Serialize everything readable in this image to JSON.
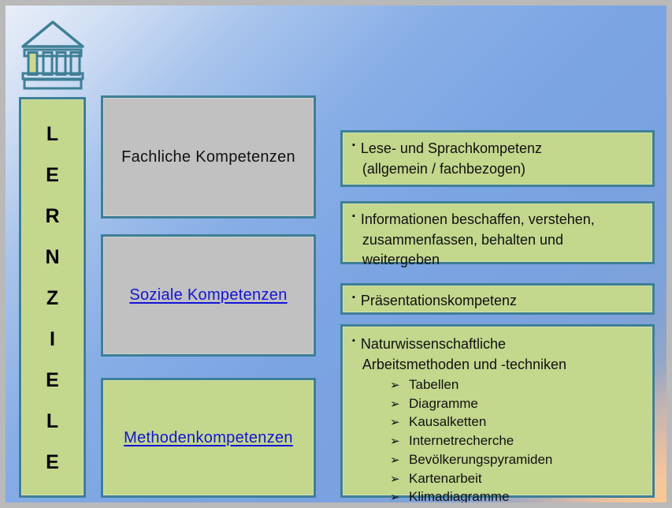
{
  "slide": {
    "icon": "classical-building-icon",
    "colors": {
      "border": "#3e7f96",
      "green_fill": "#c3d78d",
      "gray_fill": "#c1c1c1",
      "link_blue": "#1414d8",
      "bg_blue": "#7ba4e2",
      "bg_peach": "#f6cfa4"
    }
  },
  "side_banner": {
    "word": "LERNZIELE",
    "letters": [
      "L",
      "E",
      "R",
      "N",
      "Z",
      "I",
      "E",
      "L",
      "E"
    ]
  },
  "competencies": [
    {
      "label": "Fachliche Kompetenzen",
      "style": "gray",
      "link": false
    },
    {
      "label": "Soziale Kompetenzen",
      "style": "gray",
      "link": true
    },
    {
      "label": "Methodenkompetenzen",
      "style": "green",
      "link": true
    }
  ],
  "details": [
    {
      "bullet": "▪",
      "line1": "Lese- und Sprachkompetenz",
      "line2": "(allgemein / fachbezogen)",
      "line3": ""
    },
    {
      "bullet": "▪",
      "line1": "Informationen beschaffen,  verstehen,",
      "line2": "zusammenfassen, behalten und",
      "line3": "weitergeben"
    },
    {
      "bullet": "▪",
      "line1": "Präsentationskompetenz",
      "line2": "",
      "line3": ""
    },
    {
      "bullet": "▪",
      "line1": "Naturwissenschaftliche",
      "line2": "Arbeitsmethoden  und  -techniken",
      "line3": "",
      "sub_bullet": "➢",
      "sub_items": [
        "Tabellen",
        "Diagramme",
        "Kausalketten",
        "Internetrecherche",
        "Bevölkerungspyramiden",
        "Kartenarbeit",
        "Klimadiagramme"
      ]
    }
  ]
}
